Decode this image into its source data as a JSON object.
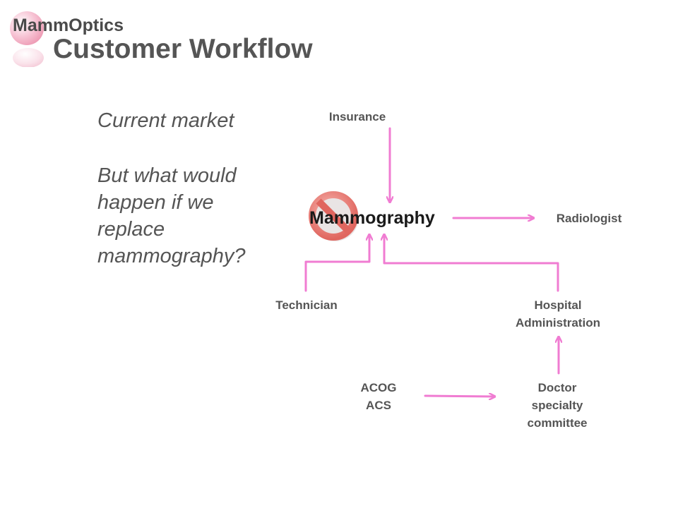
{
  "header": {
    "brand": "MammOptics",
    "title": "Customer Workflow"
  },
  "body": {
    "line1": "Current market",
    "para_lines": [
      "But what would",
      "happen if we",
      "replace",
      "mammography?"
    ]
  },
  "diagram": {
    "center": "Mammography",
    "insurance": "Insurance",
    "radiologist": "Radiologist",
    "technician": "Technician",
    "hospital": [
      "Hospital",
      "Administration"
    ],
    "acog": [
      "ACOG",
      "ACS"
    ],
    "doctor": [
      "Doctor",
      "specialty",
      "committee"
    ],
    "colors": {
      "arrow": "#f07cd2",
      "prohibit": "#e8706a",
      "logo": "#f4a6b8"
    },
    "icons": {
      "prohibit": "prohibition-icon",
      "logo": "orb-logo-icon"
    }
  }
}
